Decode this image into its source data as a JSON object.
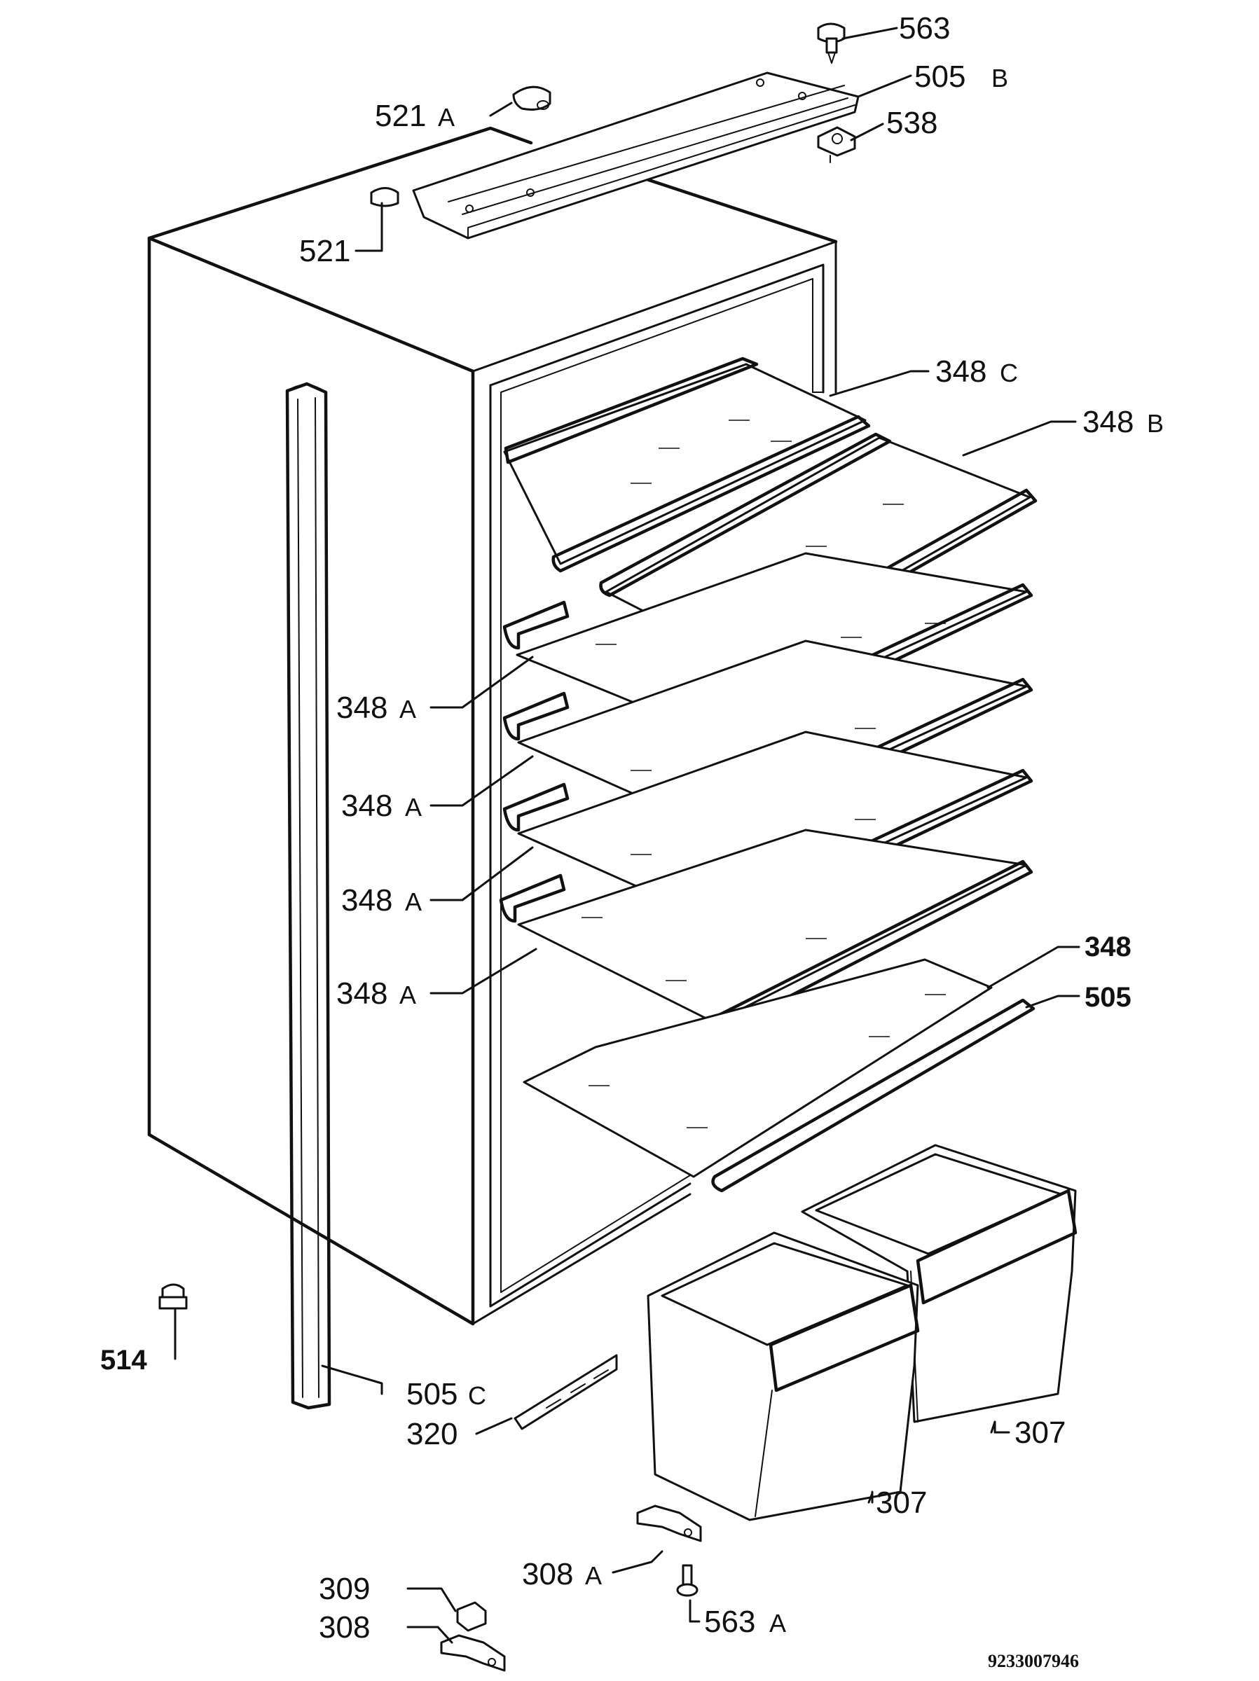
{
  "diagram": {
    "document_number": "9233007946",
    "labels": {
      "p563": "563",
      "p505b": "505",
      "p505b_suffix": "B",
      "p521a": "521",
      "p521a_suffix": "A",
      "p538": "538",
      "p521": "521",
      "p348c": "348",
      "p348c_suffix": "C",
      "p348b": "348",
      "p348b_suffix": "B",
      "p348a_1": "348",
      "p348a_1_suffix": "A",
      "p348a_2": "348",
      "p348a_2_suffix": "A",
      "p348a_3": "348",
      "p348a_3_suffix": "A",
      "p348a_4": "348",
      "p348a_4_suffix": "A",
      "p348": "348",
      "p505": "505",
      "p514": "514",
      "p505c": "505",
      "p505c_suffix": "C",
      "p320": "320",
      "p307_right": "307",
      "p307_left": "307",
      "p308a": "308",
      "p308a_suffix": "A",
      "p563a": "563",
      "p563a_suffix": "A",
      "p309": "309",
      "p308": "308"
    }
  }
}
